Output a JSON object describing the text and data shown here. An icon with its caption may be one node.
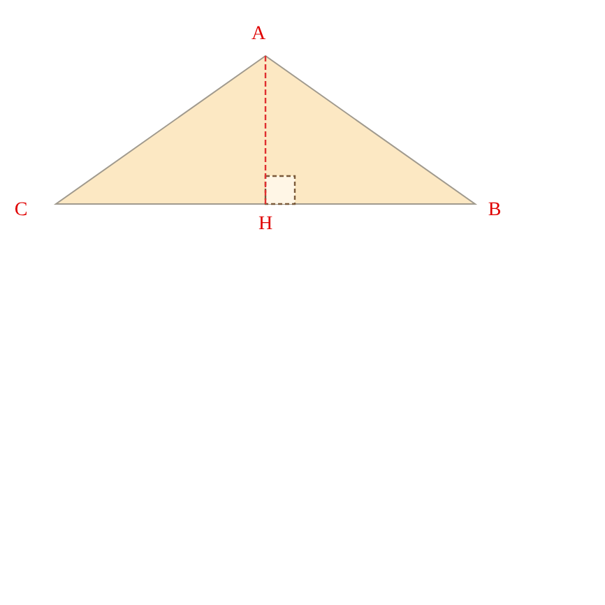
{
  "diagram": {
    "labels": [
      "A",
      "C",
      "H",
      "B"
    ]
  }
}
